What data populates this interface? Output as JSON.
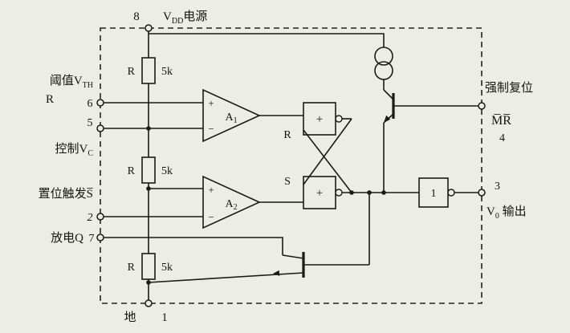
{
  "labels": {
    "pin8_num": "8",
    "vdd_pre": "V",
    "vdd_sub": "DD",
    "vdd_post": "电源",
    "r1_name": "R",
    "r1_value": "5k",
    "r2_name": "R",
    "r2_value": "5k",
    "r3_name": "R",
    "r3_value": "5k",
    "threshold_pre": "阈值V",
    "threshold_sub": "TH",
    "threshold_second_line": "R",
    "pin6_num": "6",
    "pin5_num": "5",
    "control_pre": "控制V",
    "control_sub": "C",
    "trigger_label": "置位触发S̅",
    "pin2_num": "2",
    "discharge_label": "放电Q",
    "pin7_num": "7",
    "ground_label": "地",
    "pin1_num": "1",
    "comparator1_pre": "A",
    "comparator1_sub": "1",
    "comparator2_pre": "A",
    "comparator2_sub": "2",
    "plus_sign": "+",
    "minus_sign": "−",
    "ff_r_label": "R",
    "ff_s_label": "S",
    "nor_gate_symbol": "+",
    "out_gate_symbol": "1",
    "reset_label": "强制复位",
    "mr_label": "M̅R̅",
    "pin4_num": "4",
    "pin3_num": "3",
    "vout_pre": "V",
    "vout_sub": "0",
    "vout_post": " 输出"
  }
}
